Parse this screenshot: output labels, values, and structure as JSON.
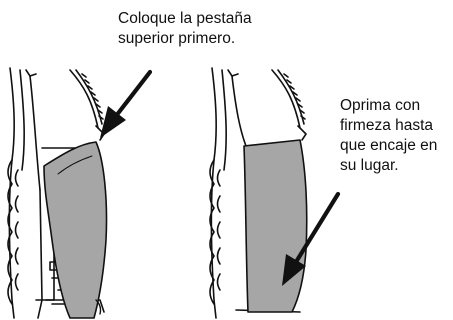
{
  "instructions": {
    "step_1": {
      "lines": [
        "Coloque la pestaña",
        "superior primero."
      ]
    },
    "step_2": {
      "lines": [
        "Oprima con",
        "firmeza hasta",
        "que encaje en",
        "su lugar."
      ]
    }
  },
  "colors": {
    "cover_fill": "#a6a6a6",
    "line_color": "#111111",
    "background": "#ffffff"
  },
  "icons": {
    "arrow_1": "arrow-down-left-icon",
    "arrow_2": "arrow-down-left-icon"
  }
}
